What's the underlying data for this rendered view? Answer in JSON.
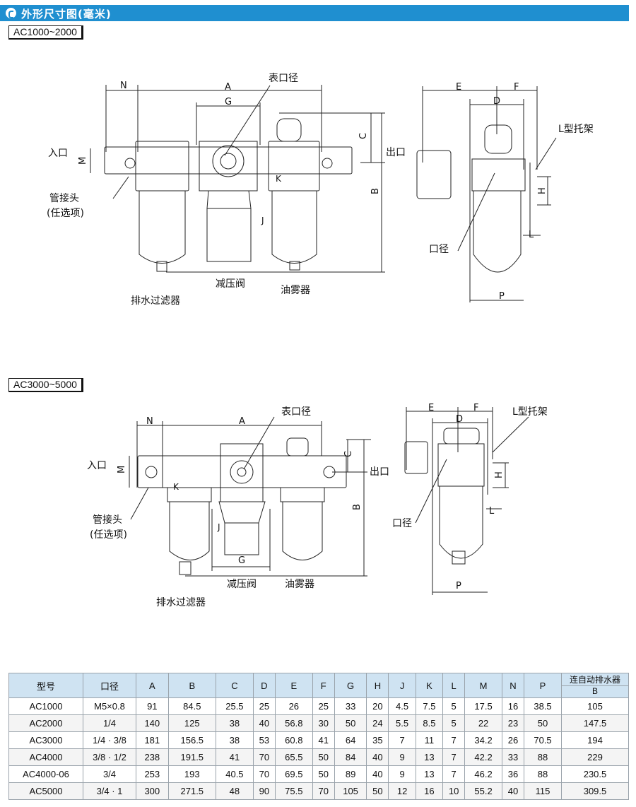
{
  "header": {
    "title": "外形尺寸图(毫米)"
  },
  "section1": {
    "model_range": "AC1000~2000",
    "labels": {
      "N": "N",
      "A": "A",
      "G": "G",
      "C": "C",
      "B": "B",
      "M": "M",
      "K": "K",
      "J": "J",
      "E": "E",
      "F": "F",
      "D": "D",
      "H": "H",
      "L": "L",
      "P": "P",
      "gauge_port": "表口径",
      "inlet": "入口",
      "outlet": "出口",
      "pipe_joint": "管接头",
      "optional": "(任选项)",
      "regulator": "减压阀",
      "lubricator": "油雾器",
      "drain_filter": "排水过滤器",
      "bracket": "L型托架",
      "port": "口径"
    }
  },
  "section2": {
    "model_range": "AC3000~5000",
    "labels": {
      "N": "N",
      "A": "A",
      "G": "G",
      "C": "C",
      "B": "B",
      "M": "M",
      "K": "K",
      "J": "J",
      "E": "E",
      "F": "F",
      "D": "D",
      "H": "H",
      "L": "L",
      "P": "P",
      "gauge_port": "表口径",
      "inlet": "入口",
      "outlet": "出口",
      "pipe_joint": "管接头",
      "optional": "(任选项)",
      "regulator": "减压阀",
      "lubricator": "油雾器",
      "drain_filter": "排水过滤器",
      "bracket": "L型托架",
      "port": "口径"
    }
  },
  "table": {
    "col_model": "型号",
    "col_port": "口径",
    "dim_cols": [
      "A",
      "B",
      "C",
      "D",
      "E",
      "F",
      "G",
      "H",
      "J",
      "K",
      "L",
      "M",
      "N",
      "P"
    ],
    "last_col_top": "连自动排水器",
    "last_col_sub": "B",
    "rows": [
      {
        "model": "AC1000",
        "port": "M5×0.8",
        "dims": [
          "91",
          "84.5",
          "25.5",
          "25",
          "26",
          "25",
          "33",
          "20",
          "4.5",
          "7.5",
          "5",
          "17.5",
          "16",
          "38.5"
        ],
        "auto_b": "105"
      },
      {
        "model": "AC2000",
        "port": "1/4",
        "dims": [
          "140",
          "125",
          "38",
          "40",
          "56.8",
          "30",
          "50",
          "24",
          "5.5",
          "8.5",
          "5",
          "22",
          "23",
          "50"
        ],
        "auto_b": "147.5"
      },
      {
        "model": "AC3000",
        "port": "1/4 · 3/8",
        "dims": [
          "181",
          "156.5",
          "38",
          "53",
          "60.8",
          "41",
          "64",
          "35",
          "7",
          "11",
          "7",
          "34.2",
          "26",
          "70.5"
        ],
        "auto_b": "194"
      },
      {
        "model": "AC4000",
        "port": "3/8 · 1/2",
        "dims": [
          "238",
          "191.5",
          "41",
          "70",
          "65.5",
          "50",
          "84",
          "40",
          "9",
          "13",
          "7",
          "42.2",
          "33",
          "88"
        ],
        "auto_b": "229"
      },
      {
        "model": "AC4000-06",
        "port": "3/4",
        "dims": [
          "253",
          "193",
          "40.5",
          "70",
          "69.5",
          "50",
          "89",
          "40",
          "9",
          "13",
          "7",
          "46.2",
          "36",
          "88"
        ],
        "auto_b": "230.5"
      },
      {
        "model": "AC5000",
        "port": "3/4 · 1",
        "dims": [
          "300",
          "271.5",
          "48",
          "90",
          "75.5",
          "70",
          "105",
          "50",
          "12",
          "16",
          "10",
          "55.2",
          "40",
          "115"
        ],
        "auto_b": "309.5"
      }
    ]
  }
}
